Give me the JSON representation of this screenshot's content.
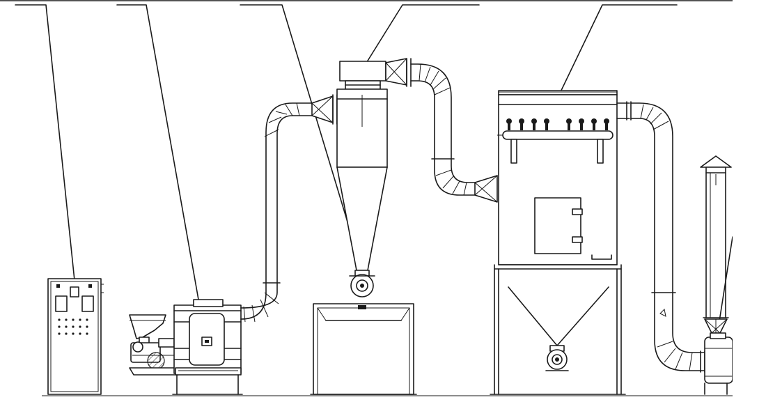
{
  "diagram": {
    "components": [
      {
        "id": "control-cabinet",
        "label": ""
      },
      {
        "id": "grinding-mill",
        "label": ""
      },
      {
        "id": "cyclone-separator",
        "label": ""
      },
      {
        "id": "air-duct",
        "label": ""
      },
      {
        "id": "pulse-dust-collector",
        "label": ""
      },
      {
        "id": "chimney-fan",
        "label": ""
      }
    ],
    "colors": {
      "line": "#1a1a1a",
      "background": "#ffffff"
    }
  }
}
